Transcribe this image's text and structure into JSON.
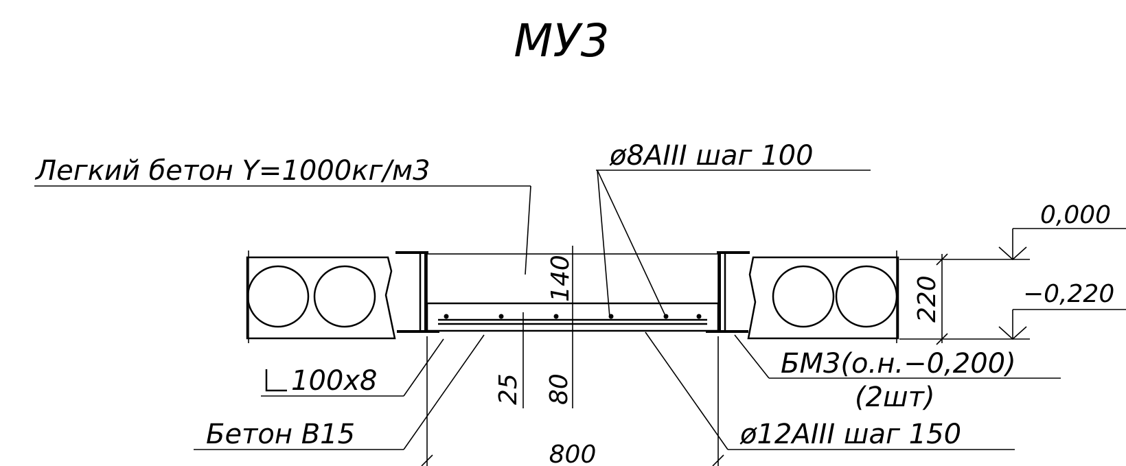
{
  "title": "МУ3",
  "labels": {
    "light_concrete": "Легкий бетон Y=1000кг/м3",
    "rebar_top": "ø8AIII шаг 100",
    "angle": "100x8",
    "concrete": "Бетон B15",
    "rebar_bottom": "ø12AIII шаг 150",
    "beam": "БМ3(о.н.−0,200)",
    "beam_qty": "(2шт)"
  },
  "elevations": {
    "top": "0,000",
    "bottom": "−0,220"
  },
  "dimensions": {
    "slab_height": "220",
    "fill_height": "140",
    "rebar_cover": "25",
    "bottom_layer": "80",
    "width": "800"
  }
}
